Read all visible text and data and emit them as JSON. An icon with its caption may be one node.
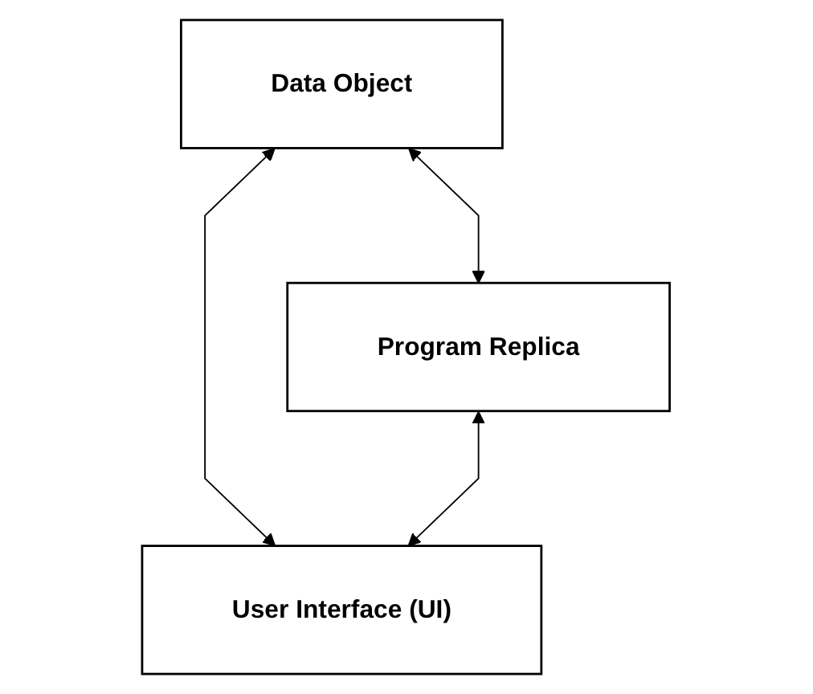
{
  "diagram": {
    "nodes": [
      {
        "text": [
          "Data Object"
        ]
      },
      {
        "text": [
          "User Interface (UI)"
        ]
      },
      {
        "text": [
          "Program Replica"
        ]
      }
    ],
    "edges": [
      {
        "from": 0,
        "to": 1,
        "arrow": "both"
      },
      {
        "from": 0,
        "to": 2,
        "arrow": "both"
      },
      {
        "from": 2,
        "to": 1,
        "arrow": "both"
      }
    ]
  }
}
